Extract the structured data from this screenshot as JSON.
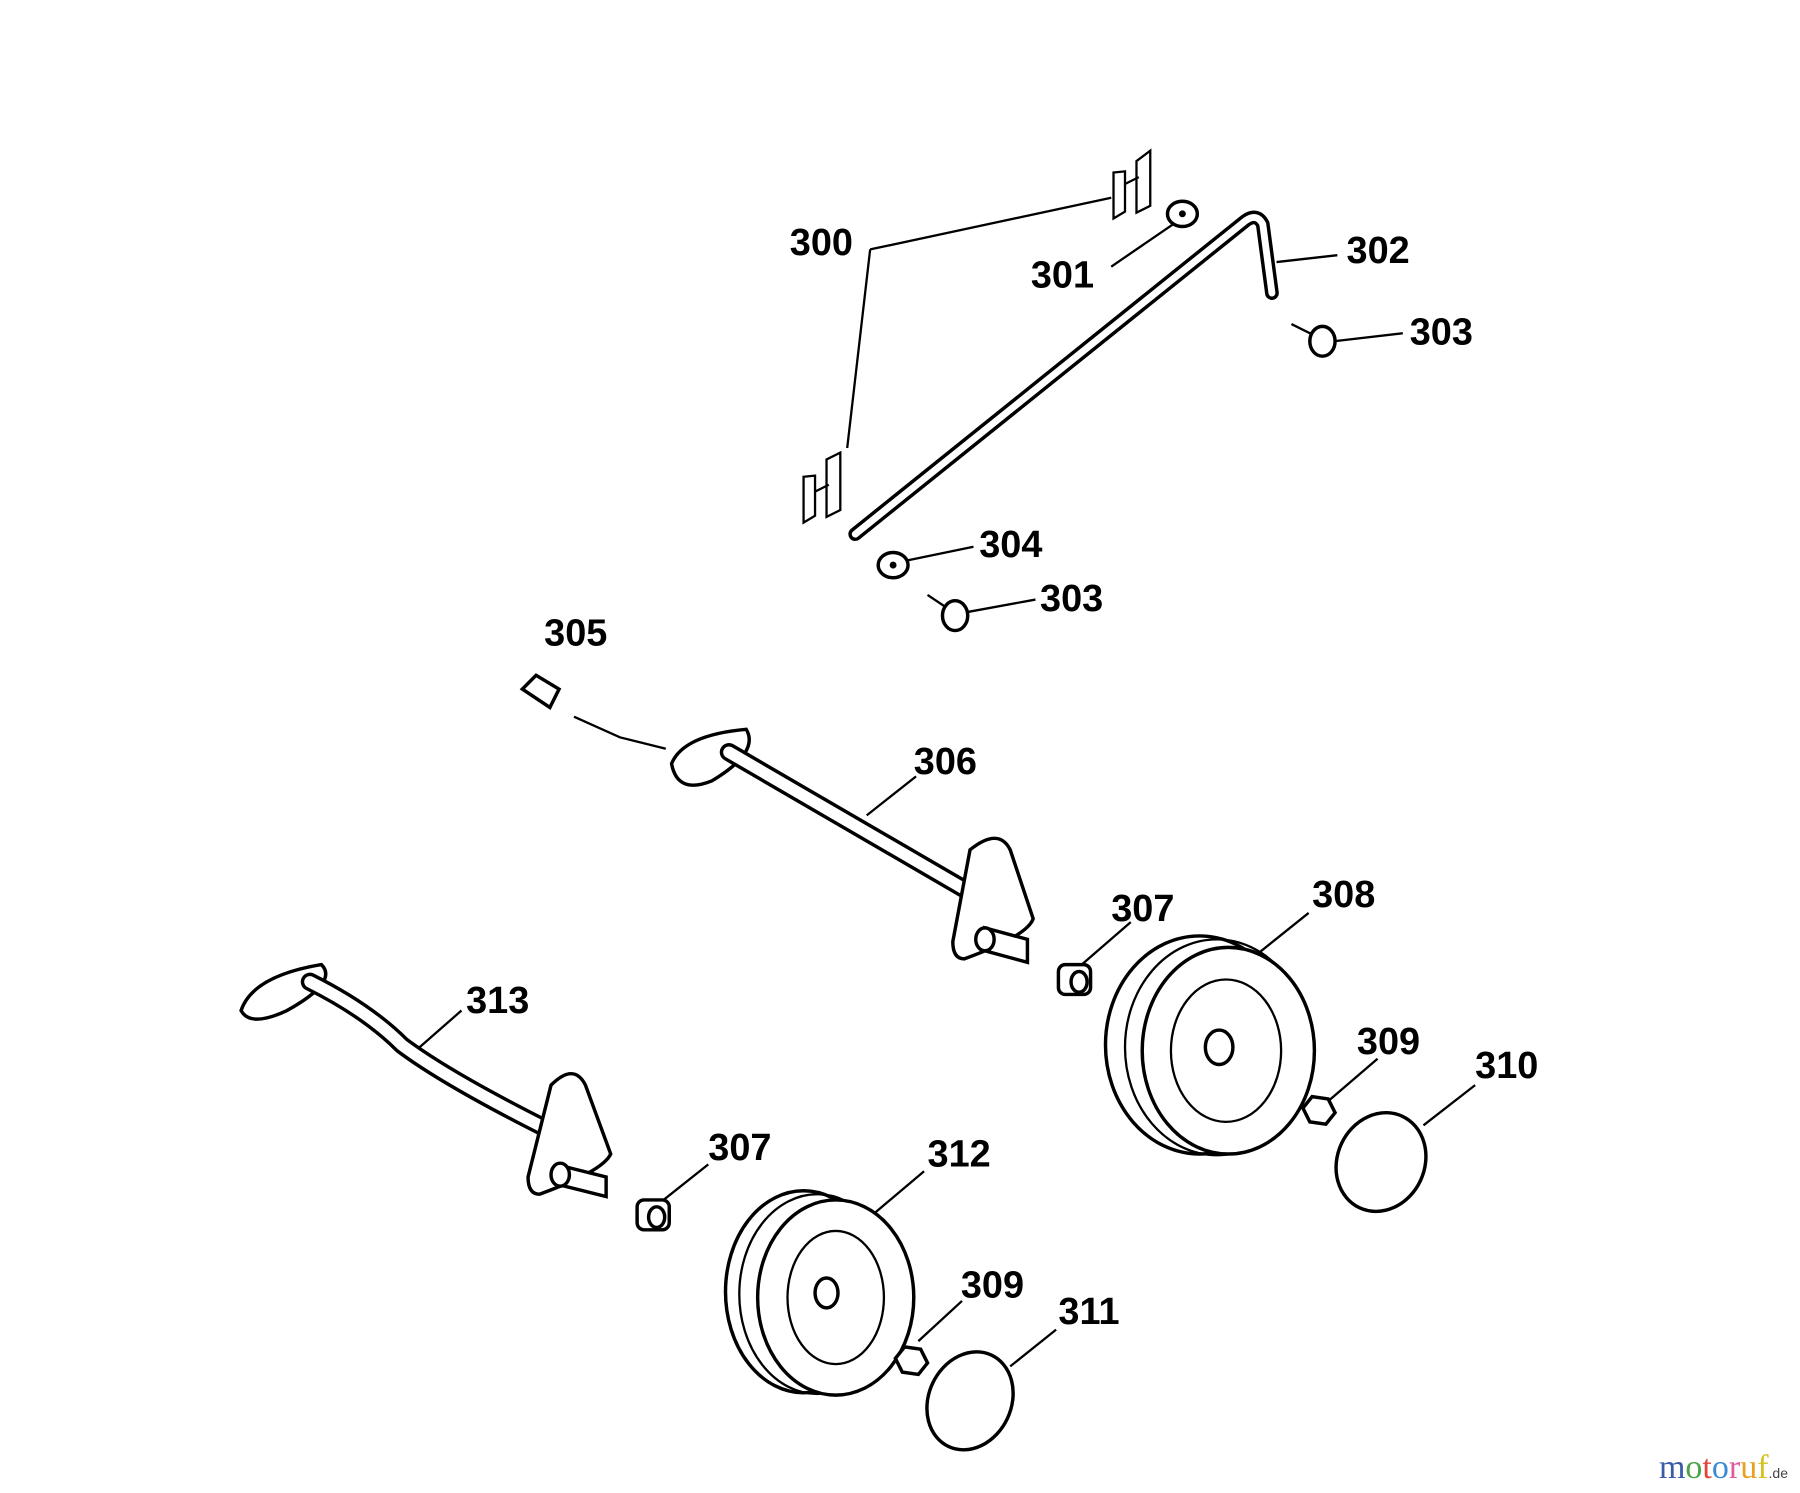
{
  "labels": {
    "l300": "300",
    "l301": "301",
    "l302": "302",
    "l303a": "303",
    "l303b": "303",
    "l304": "304",
    "l305": "305",
    "l306": "306",
    "l307a": "307",
    "l307b": "307",
    "l308": "308",
    "l309a": "309",
    "l309b": "309",
    "l310": "310",
    "l311": "311",
    "l312": "312",
    "l313": "313"
  },
  "watermark": {
    "text": "motoruf",
    "suffix": ".de",
    "letter_colors": [
      "#3b5aa8",
      "#4aa34a",
      "#e0443b",
      "#3b8ad6",
      "#e05aa0",
      "#e8a020",
      "#d8c020"
    ]
  }
}
